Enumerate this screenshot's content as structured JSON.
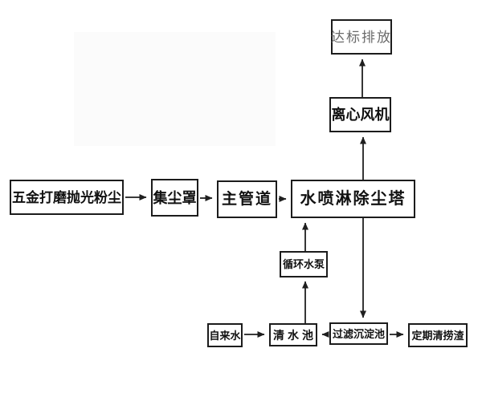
{
  "diagram": {
    "type": "process-flowchart",
    "background_color": "#ffffff",
    "box_border_color": "#1c1c1c",
    "line_color": "#1f1f1f",
    "text_color": "#111111",
    "discharge_text_color": "#6b6b6b"
  },
  "nodes": {
    "dust_source": {
      "label": "五金打磨抛光粉尘"
    },
    "dust_hood": {
      "label": "集尘罩"
    },
    "main_duct": {
      "label": "主管道"
    },
    "spray_tower": {
      "label": "水喷淋除尘塔"
    },
    "centrifugal_fan": {
      "label": "离心风机"
    },
    "compliant_discharge": {
      "label": "达标排放"
    },
    "circulating_pump": {
      "label": "循环水泵"
    },
    "tap_water": {
      "label": "自来水"
    },
    "clean_water_pool": {
      "label": "清水池"
    },
    "filter_sedimentation_pool": {
      "label": "过滤沉淀池"
    },
    "periodic_slag_removal": {
      "label": "定期清捞渣"
    }
  },
  "edges": [
    {
      "from": "dust_source",
      "to": "dust_hood",
      "direction": "right"
    },
    {
      "from": "dust_hood",
      "to": "main_duct",
      "direction": "right"
    },
    {
      "from": "main_duct",
      "to": "spray_tower",
      "direction": "right"
    },
    {
      "from": "spray_tower",
      "to": "centrifugal_fan",
      "direction": "up"
    },
    {
      "from": "centrifugal_fan",
      "to": "compliant_discharge",
      "direction": "up"
    },
    {
      "from": "circulating_pump",
      "to": "spray_tower",
      "direction": "up"
    },
    {
      "from": "clean_water_pool",
      "to": "circulating_pump",
      "direction": "up"
    },
    {
      "from": "spray_tower",
      "to": "filter_sedimentation_pool",
      "direction": "down"
    },
    {
      "from": "tap_water",
      "to": "clean_water_pool",
      "direction": "right"
    },
    {
      "from": "filter_sedimentation_pool",
      "to": "clean_water_pool",
      "direction": "left"
    },
    {
      "from": "filter_sedimentation_pool",
      "to": "periodic_slag_removal",
      "direction": "right"
    }
  ]
}
